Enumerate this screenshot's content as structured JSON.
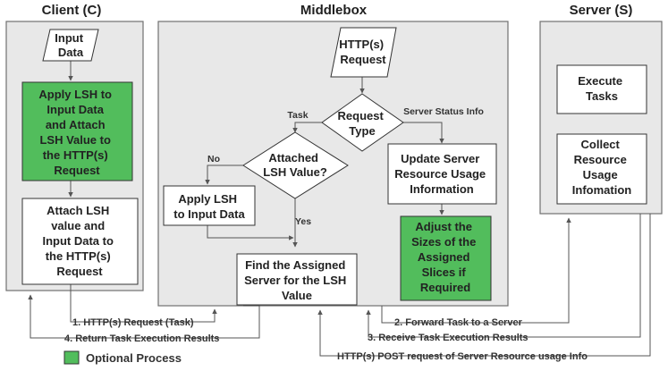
{
  "colors": {
    "panel_fill": "#e8e8e8",
    "panel_border": "#707070",
    "optional_fill": "#52bd5c",
    "line": "#555555"
  },
  "panels": {
    "client": "Client (C)",
    "middlebox": "Middlebox",
    "server": "Server (S)"
  },
  "client": {
    "input_data": [
      "Input",
      "Data"
    ],
    "apply_lsh": [
      "Apply LSH to",
      "Input Data",
      "and Attach",
      "LSH Value to",
      "the HTTP(s)",
      "Request"
    ],
    "attach": [
      "Attach LSH",
      "value and",
      "Input Data to",
      "the HTTP(s)",
      "Request"
    ]
  },
  "middlebox": {
    "request": [
      "HTTP(s)",
      "Request"
    ],
    "request_type": [
      "Request",
      "Type"
    ],
    "label_task": "Task",
    "label_server_status": "Server Status Info",
    "attached": [
      "Attached",
      "LSH Value?"
    ],
    "label_no": "No",
    "label_yes": "Yes",
    "apply_lsh": [
      "Apply LSH",
      "to Input Data"
    ],
    "find_server": [
      "Find the Assigned",
      "Server for the LSH",
      "Value"
    ],
    "update": [
      "Update Server",
      "Resource Usage",
      "Information"
    ],
    "adjust": [
      "Adjust the",
      "Sizes of the",
      "Assigned",
      "Slices if",
      "Required"
    ]
  },
  "server": {
    "execute": [
      "Execute",
      "Tasks"
    ],
    "collect": [
      "Collect",
      "Resource",
      "Usage",
      "Infomation"
    ]
  },
  "flows": {
    "f1": "1. HTTP(s) Request (Task)",
    "f2": "2. Forward Task to a Server",
    "f3": "3. Receive Task Execution Results",
    "f4": "4. Return Task Execution Results",
    "f5": "HTTP(s) POST request of Server Resource usage Info"
  },
  "legend": {
    "label": "Optional Process"
  }
}
